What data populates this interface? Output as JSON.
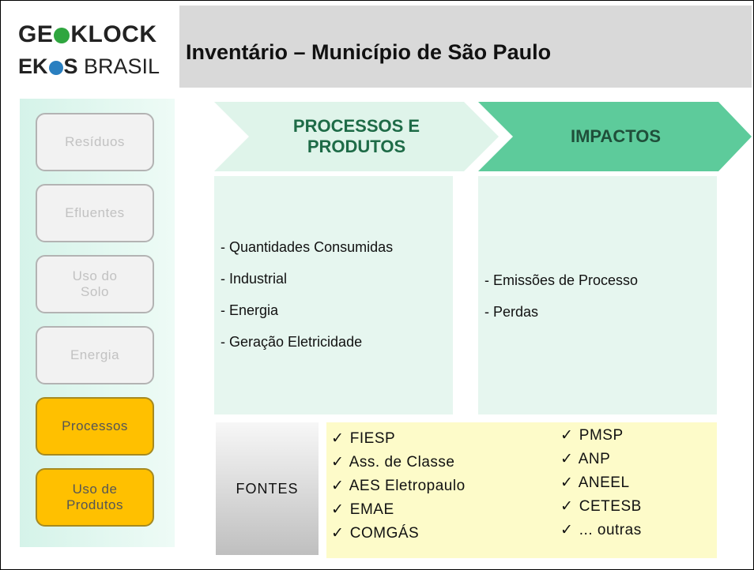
{
  "header": {
    "logo_line1_before": "GE",
    "logo_line1_after": "KLOCK",
    "logo_line2_before": "EK",
    "logo_line2_after": "S",
    "logo_line2_thin": " BRASIL",
    "logo_dot_colors": [
      "#2fa63f",
      "#2a7fc0"
    ],
    "title": "Inventário – Município de São Paulo"
  },
  "sidebar": {
    "items": [
      {
        "label": "Resíduos",
        "active": false
      },
      {
        "label": "Efluentes",
        "active": false
      },
      {
        "label": "Uso do Solo",
        "active": false
      },
      {
        "label": "Energia",
        "active": false
      },
      {
        "label": "Processos",
        "active": true
      },
      {
        "label": "Uso de Produtos",
        "active": true
      }
    ],
    "active_color": "#ffc000",
    "inactive_color": "#f2f2f2"
  },
  "stages": [
    {
      "label": "PROCESSOS E PRODUTOS",
      "color": "#dff4ea"
    },
    {
      "label": "IMPACTOS",
      "color": "#5dcb9b"
    }
  ],
  "processos_items": [
    "- Quantidades Consumidas",
    "- Industrial",
    "- Energia",
    "- Geração Eletricidade"
  ],
  "impactos_items": [
    "- Emissões de Processo",
    "- Perdas"
  ],
  "fontes": {
    "label": "FONTES",
    "check_symbol": "✓",
    "col1": [
      "FIESP",
      "Ass. de Classe",
      "AES Eletropaulo",
      "EMAE",
      "COMGÁS"
    ],
    "col2": [
      "PMSP",
      "ANP",
      "ANEEL",
      "CETESB",
      "... outras"
    ]
  }
}
